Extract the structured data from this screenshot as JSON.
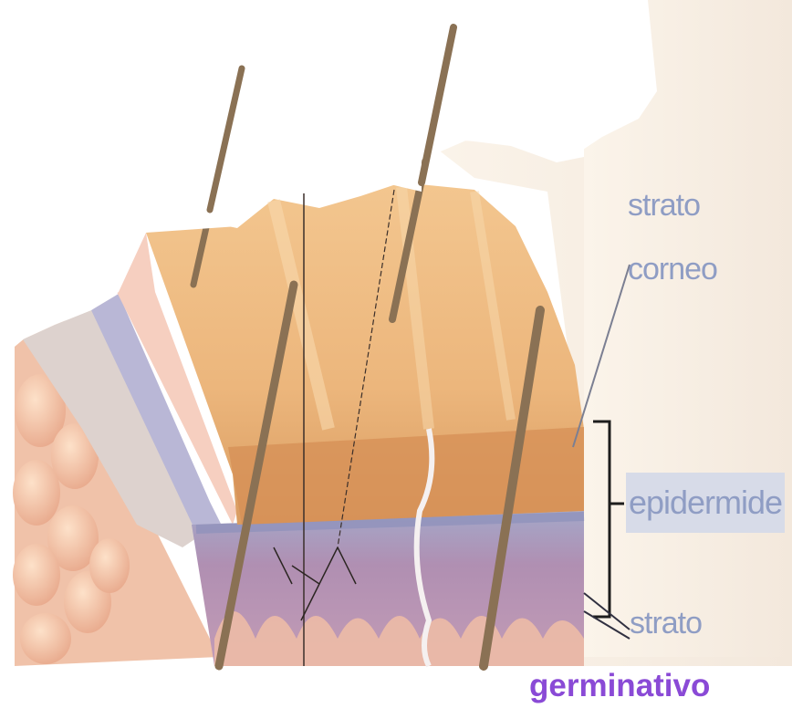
{
  "labels": {
    "strato_corneo_line1": "strato",
    "strato_corneo_line2": "corneo",
    "epidermide": "epidermide",
    "strato_germinativo_line1": "strato",
    "strato_germinativo_line2": "germinativo"
  },
  "colors": {
    "label_text": "#8f9dc4",
    "label_box": "#d7dbe8",
    "germinativo_text": "#8a4ad6",
    "stratum_corneum": "#e9b883",
    "dermis": "#b690b2",
    "hair_shaft": "#8a7154",
    "background_right": "#f7efe5"
  },
  "icons": [
    "skin-cross-section-illustration",
    "hair-shaft",
    "bracket-epidermis"
  ]
}
